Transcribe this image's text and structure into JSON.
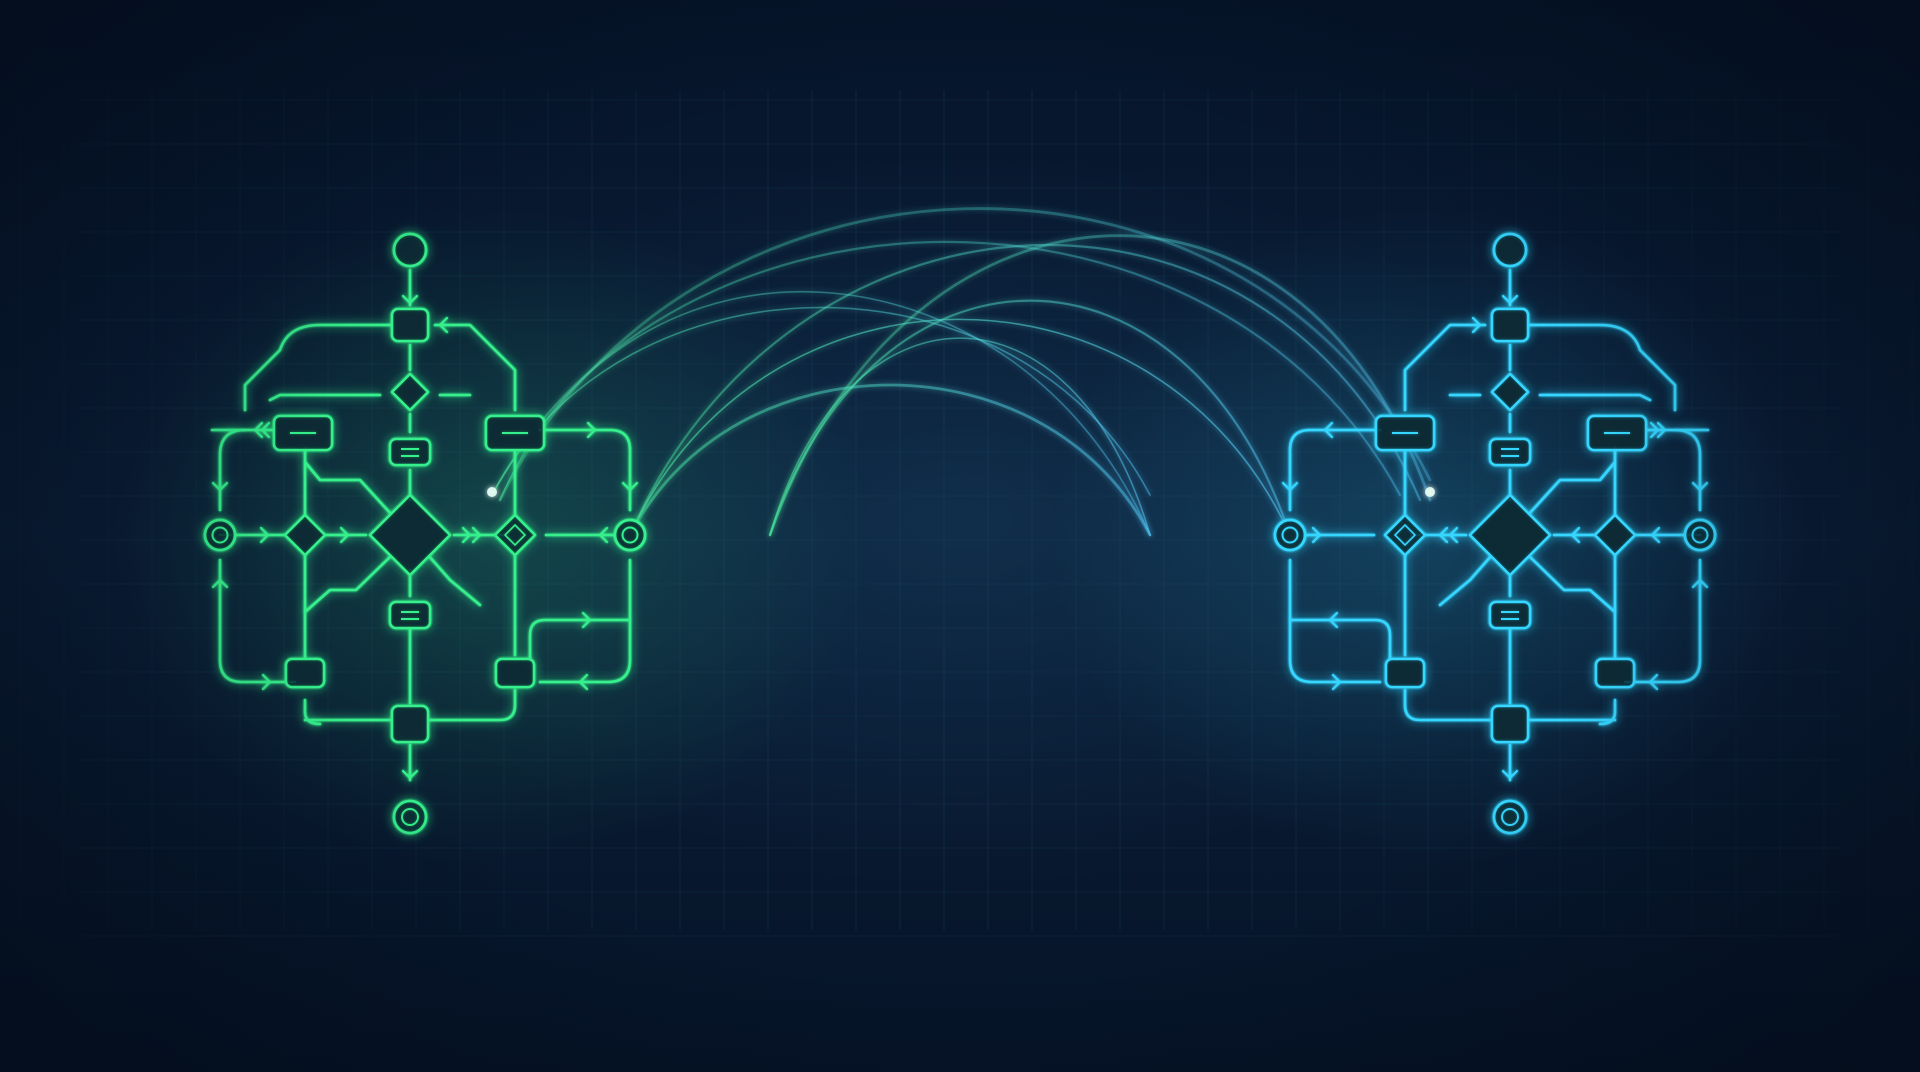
{
  "image": {
    "background_color": "#07172e",
    "grid_color": "#1d4a66",
    "left_flowchart_color": "#35f08c",
    "right_flowchart_color": "#35d6ff",
    "connection_color_start": "#4cf0a0",
    "connection_color_end": "#55ccff"
  },
  "diagram": {
    "flowcharts": [
      "left-flowchart",
      "right-flowchart"
    ],
    "node_types": [
      "start-circle",
      "end-circle",
      "process-box",
      "decision-diamond",
      "port-circle"
    ],
    "connection_count": 10
  }
}
